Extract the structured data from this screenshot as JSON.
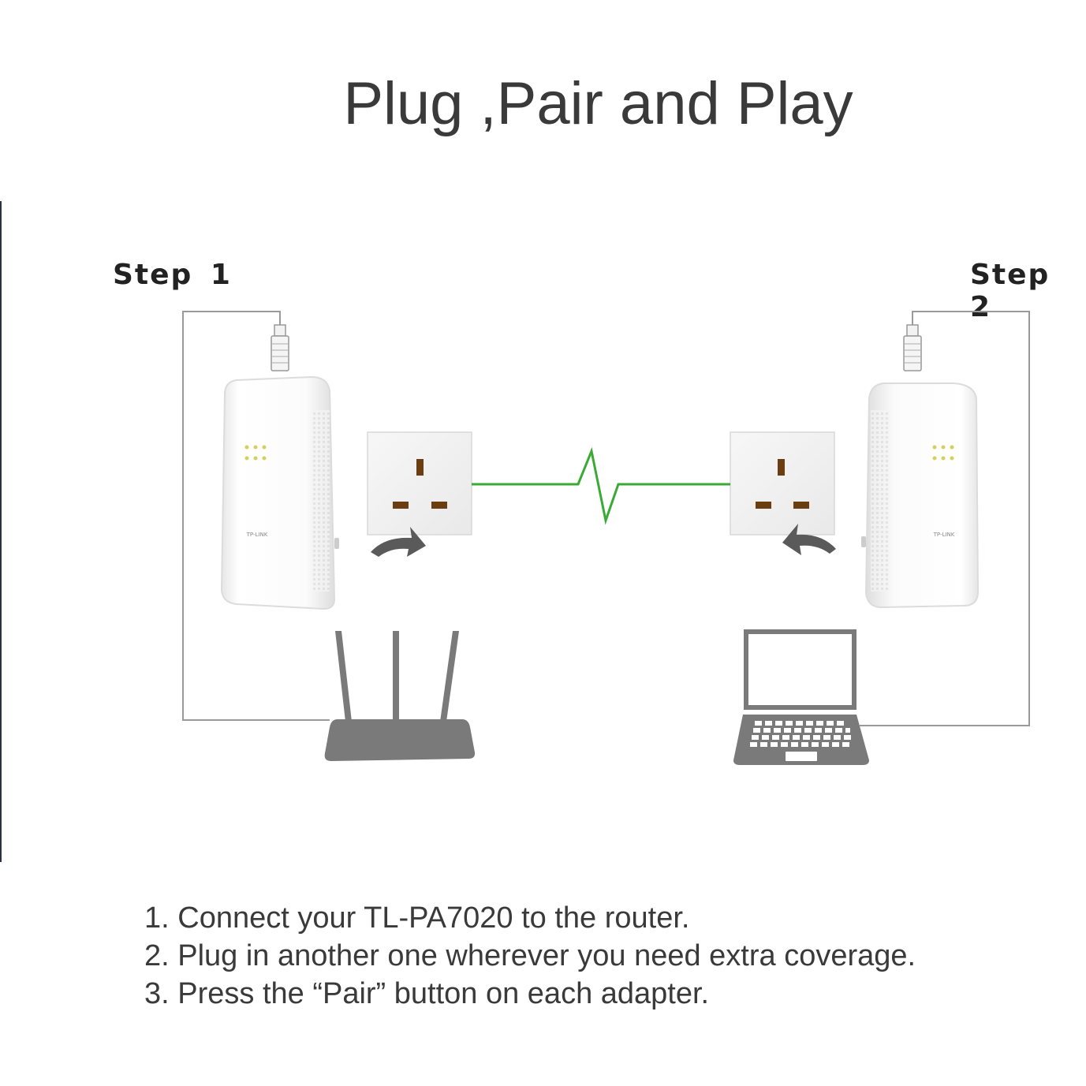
{
  "title": "Plug ,Pair and Play",
  "steps": {
    "step1_label": "Step 1",
    "step2_label": "Step 2"
  },
  "devices": {
    "left_adapter_brand": "TP-LINK",
    "right_adapter_brand": "TP-LINK"
  },
  "instructions": [
    "1. Connect your TL-PA7020 to the router.",
    "2. Plug in another one wherever you need extra coverage.",
    "3. Press the “Pair” button on each adapter."
  ],
  "colors": {
    "title": "#3a3a3a",
    "power_line": "#3aaa35",
    "device_gray": "#7a7a7a",
    "cable": "#999999"
  },
  "icons": [
    "ethernet-plug-icon",
    "powerline-adapter-icon",
    "wall-socket-icon",
    "curved-arrow-icon",
    "router-icon",
    "laptop-icon"
  ]
}
